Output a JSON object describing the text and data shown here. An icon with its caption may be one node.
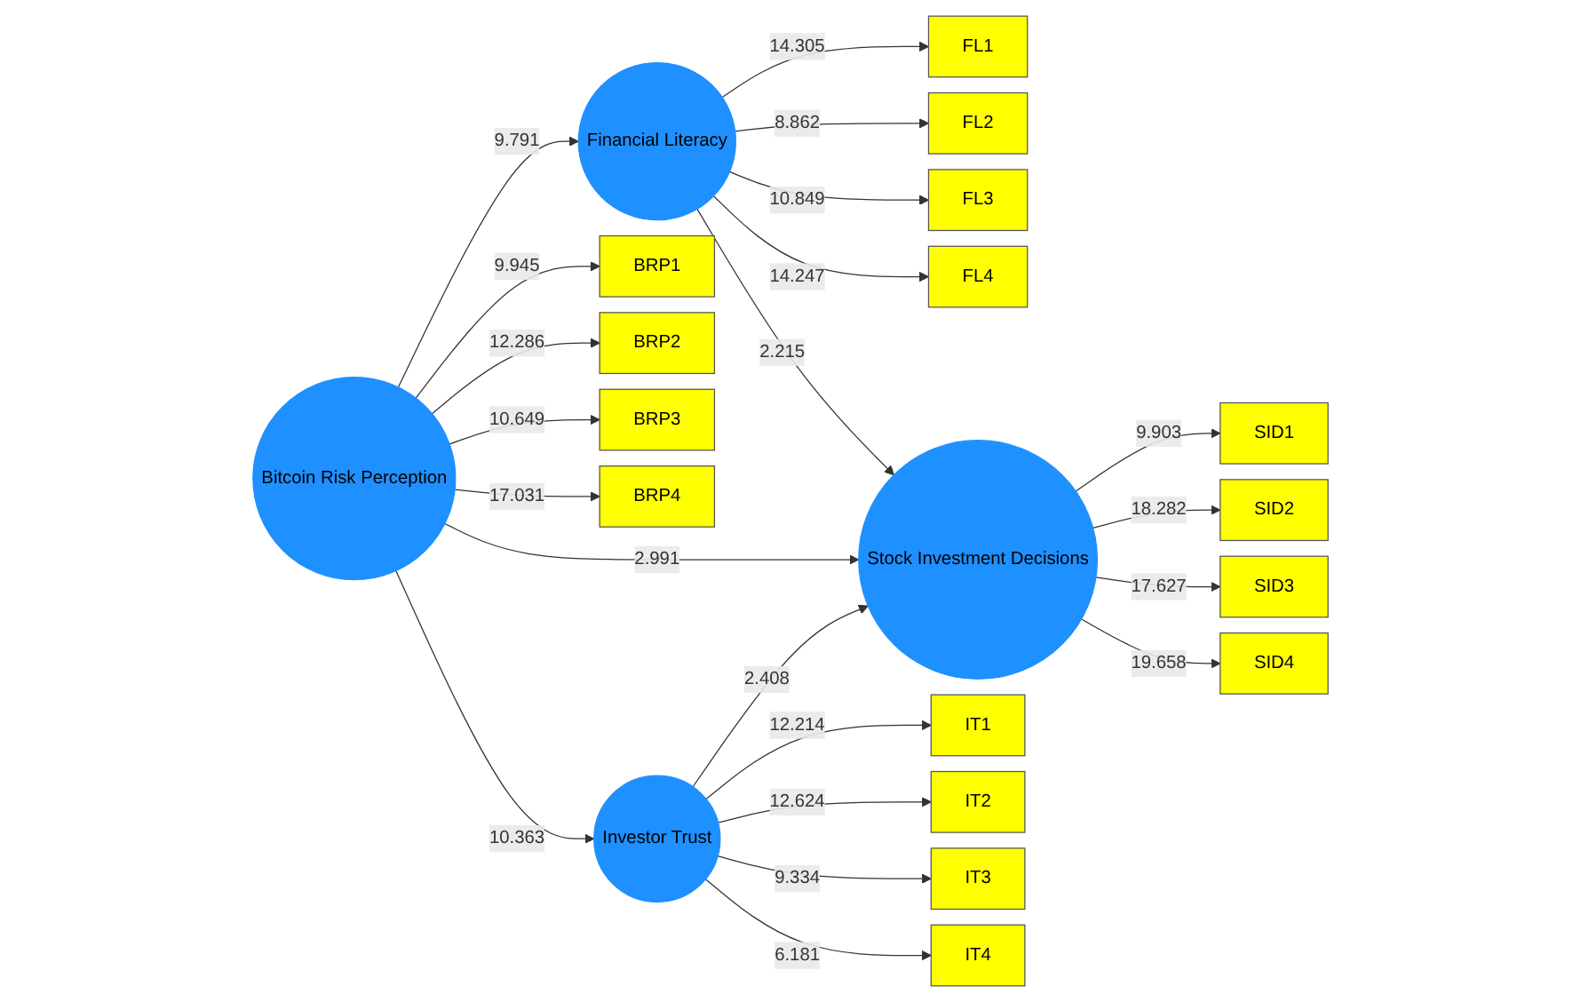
{
  "diagram": {
    "nodes": [
      {
        "text": [
          "FL1"
        ]
      },
      {
        "text": [
          "FL2"
        ]
      },
      {
        "text": [
          "FL3"
        ]
      },
      {
        "text": [
          "FL4"
        ]
      },
      {
        "text": [
          "Financial Literacy"
        ]
      },
      {
        "text": [
          "BRP1"
        ]
      },
      {
        "text": [
          "BRP2"
        ]
      },
      {
        "text": [
          "BRP3"
        ]
      },
      {
        "text": [
          "BRP4"
        ]
      },
      {
        "text": [
          "Bitcoin Risk Perception"
        ]
      },
      {
        "text": [
          "Stock Investment Decisions"
        ]
      },
      {
        "text": [
          "SID1"
        ]
      },
      {
        "text": [
          "SID2"
        ]
      },
      {
        "text": [
          "SID3"
        ]
      },
      {
        "text": [
          "SID4"
        ]
      },
      {
        "text": [
          "IT1"
        ]
      },
      {
        "text": [
          "IT2"
        ]
      },
      {
        "text": [
          "IT3"
        ]
      },
      {
        "text": [
          "IT4"
        ]
      },
      {
        "text": [
          "Investor Trust"
        ]
      }
    ],
    "edges": [
      {
        "from": 4,
        "to": 0,
        "arrow": "to",
        "label": "14.305"
      },
      {
        "from": 4,
        "to": 1,
        "arrow": "to",
        "label": "8.862"
      },
      {
        "from": 4,
        "to": 2,
        "arrow": "to",
        "label": "10.849"
      },
      {
        "from": 4,
        "to": 3,
        "arrow": "to",
        "label": "14.247"
      },
      {
        "from": 9,
        "to": 5,
        "arrow": "to",
        "label": "9.945"
      },
      {
        "from": 9,
        "to": 6,
        "arrow": "to",
        "label": "12.286"
      },
      {
        "from": 9,
        "to": 7,
        "arrow": "to",
        "label": "10.649"
      },
      {
        "from": 9,
        "to": 8,
        "arrow": "to",
        "label": "17.031"
      },
      {
        "from": 10,
        "to": 11,
        "arrow": "to",
        "label": "9.903"
      },
      {
        "from": 10,
        "to": 12,
        "arrow": "to",
        "label": "18.282"
      },
      {
        "from": 10,
        "to": 13,
        "arrow": "to",
        "label": "17.627"
      },
      {
        "from": 10,
        "to": 14,
        "arrow": "to",
        "label": "19.658"
      },
      {
        "from": 19,
        "to": 15,
        "arrow": "to",
        "label": "12.214"
      },
      {
        "from": 19,
        "to": 16,
        "arrow": "to",
        "label": "12.624"
      },
      {
        "from": 19,
        "to": 17,
        "arrow": "to",
        "label": "9.334"
      },
      {
        "from": 19,
        "to": 18,
        "arrow": "to",
        "label": "6.181"
      },
      {
        "from": 9,
        "to": 4,
        "arrow": "to",
        "label": "9.791"
      },
      {
        "from": 4,
        "to": 10,
        "arrow": "to",
        "label": "2.215"
      },
      {
        "from": 9,
        "to": 10,
        "arrow": "to",
        "label": "2.991"
      },
      {
        "from": 9,
        "to": 19,
        "arrow": "to",
        "label": "10.363"
      },
      {
        "from": 19,
        "to": 10,
        "arrow": "to",
        "label": "2.408"
      }
    ]
  }
}
